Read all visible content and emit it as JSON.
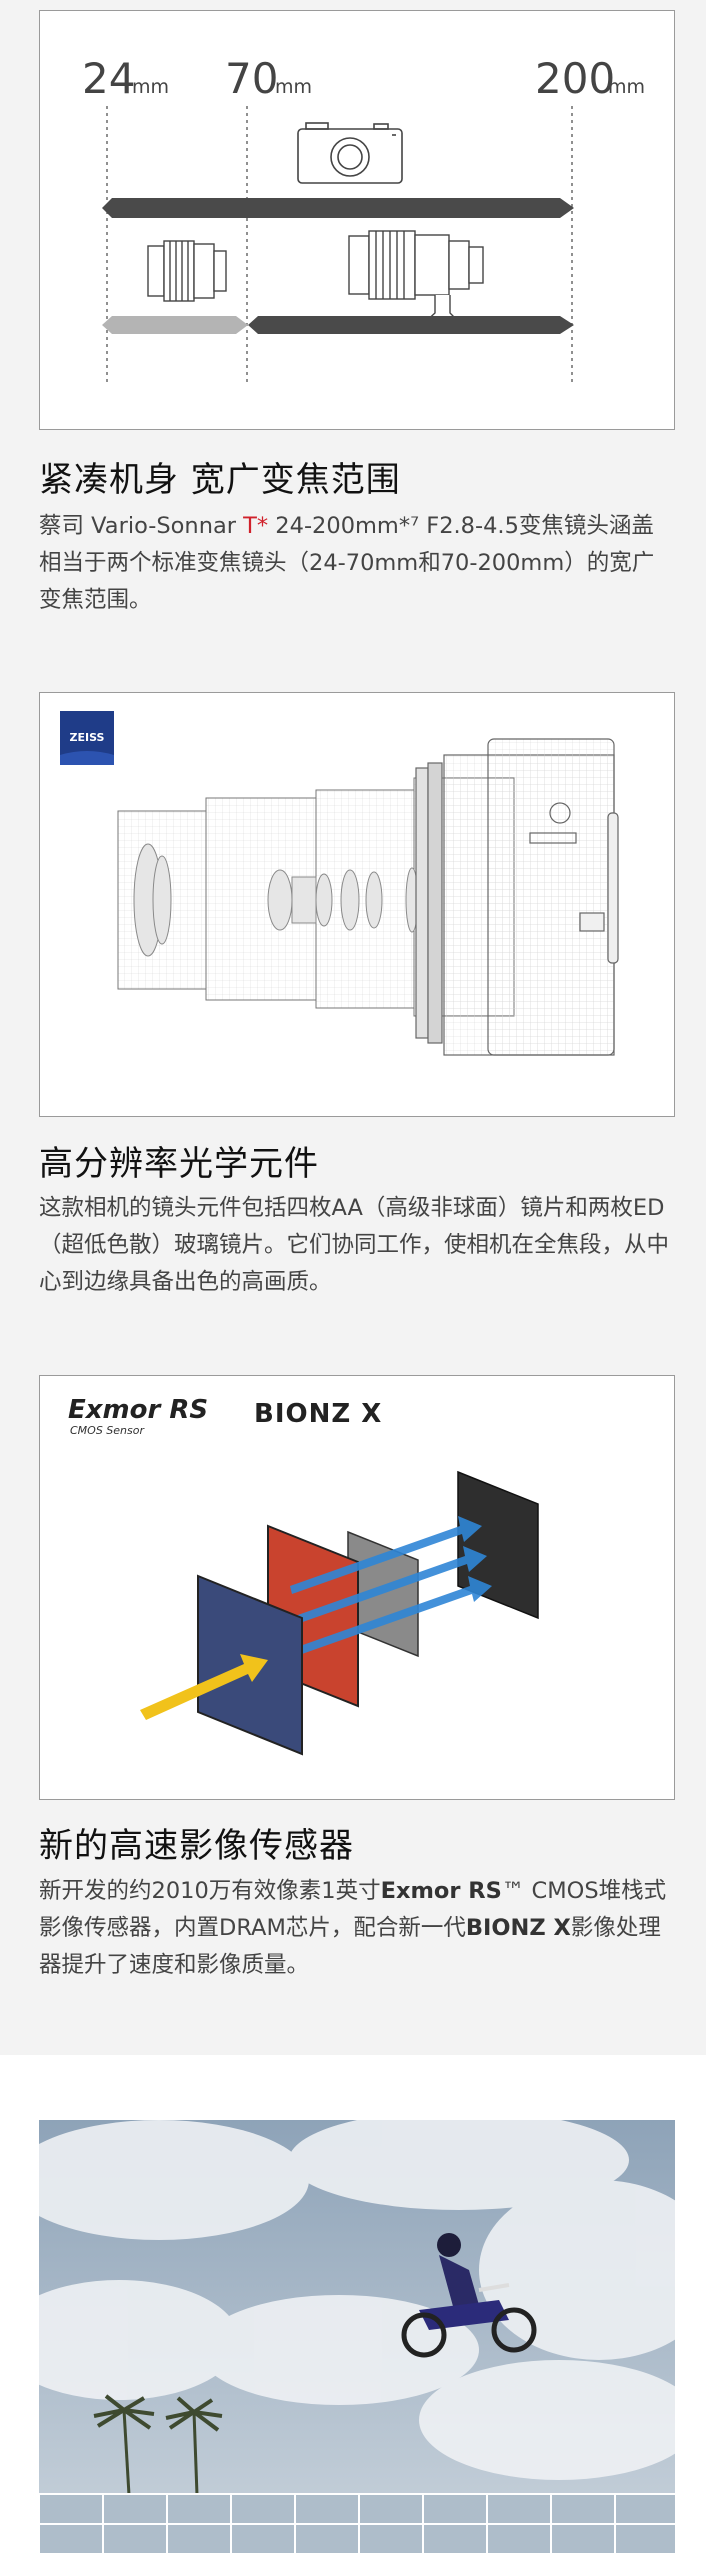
{
  "zoom": {
    "wide": "24",
    "mid": "70",
    "tele": "200",
    "unit": "mm"
  },
  "section1": {
    "title": "紧凑机身 宽广变焦范围",
    "body_pre": "蔡司 Vario-Sonnar ",
    "body_mark": "T*",
    "body_post": " 24-200mm*⁷ F2.8-4.5变焦镜头涵盖相当于两个标准变焦镜头（24-70mm和70-200mm）的宽广变焦范围。"
  },
  "section2": {
    "logo": "ZEISS",
    "title": "高分辨率光学元件",
    "body": "这款相机的镜头元件包括四枚AA（高级非球面）镜片和两枚ED（超低色散）玻璃镜片。它们协同工作，使相机在全焦段，从中心到边缘具备出色的高画质。"
  },
  "section3": {
    "exmor_brand": "Exmor RS",
    "exmor_sub": "CMOS Sensor",
    "bionz_brand": "BIONZ X",
    "title": "新的高速影像传感器",
    "body_1": "新开发的约2010万有效像素1英寸",
    "body_b1": "Exmor RS",
    "body_2": "™ CMOS堆栈式影像传感器，内置DRAM芯片，配合新一代",
    "body_b2": "BIONZ X",
    "body_3": "影像处理器提升了速度和影像质量。"
  },
  "colors": {
    "panel_bg": "#f3f3f3",
    "zoom_bar": "#4a4a4a",
    "zoom_bar_light": "#b4b4b4",
    "zeiss_blue": "#1f3c88",
    "sensor_red": "#c9432e",
    "sensor_blue": "#3a4a7a",
    "arrow_blue": "#2f86d6",
    "arrow_yellow": "#f1c21b",
    "highlight_red": "#d0212b"
  },
  "icons": [
    "compact-camera-icon",
    "standard-zoom-lens-icon",
    "telephoto-zoom-lens-icon",
    "zeiss-logo-icon"
  ]
}
